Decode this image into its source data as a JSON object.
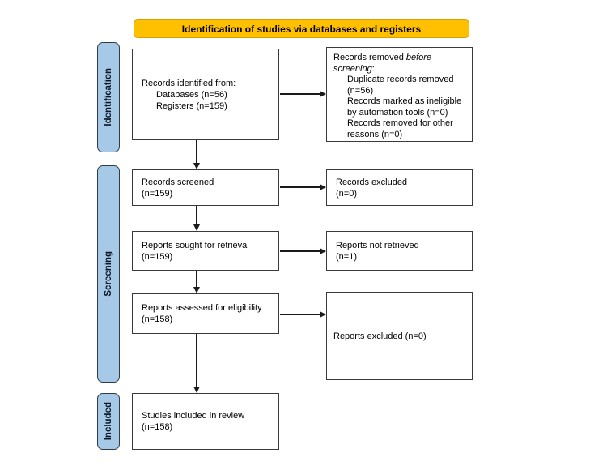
{
  "banner": {
    "title": "Identification of studies via databases and registers"
  },
  "stages": [
    {
      "label": "Identification"
    },
    {
      "label": "Screening"
    },
    {
      "label": "Included"
    }
  ],
  "boxes": {
    "records_identified": {
      "line1": "Records identified from:",
      "line2": "Databases (n=56)",
      "line3": "Registers (n=159)"
    },
    "records_removed": {
      "prefix": "Records removed ",
      "italic": "before screening",
      "suffix": ":",
      "items": [
        "Duplicate records removed (n=56)",
        "Records marked as ineligible by automation tools (n=0)",
        "Records removed for other reasons (n=0)"
      ]
    },
    "records_screened": {
      "line1": "Records screened",
      "line2": "(n=159)"
    },
    "records_excluded": {
      "line1": "Records excluded",
      "line2": "(n=0)"
    },
    "reports_sought": {
      "line1": "Reports sought for retrieval",
      "line2": "(n=159)"
    },
    "reports_not_retrieved": {
      "line1": "Reports not retrieved",
      "line2": "(n=1)"
    },
    "reports_assessed": {
      "line1": "Reports assessed for eligibility",
      "line2": "(n=158)"
    },
    "reports_excluded": {
      "line1": "Reports excluded (n=0)"
    },
    "studies_included": {
      "line1": "Studies included in review",
      "line2": "(n=158)"
    }
  },
  "colors": {
    "banner_bg": "#FFC000",
    "banner_border": "#D99E00",
    "stage_bg": "#A6C9E8",
    "stage_border": "#2F3B45",
    "box_border": "#3A3A3A",
    "arrow": "#1A1A1A"
  }
}
